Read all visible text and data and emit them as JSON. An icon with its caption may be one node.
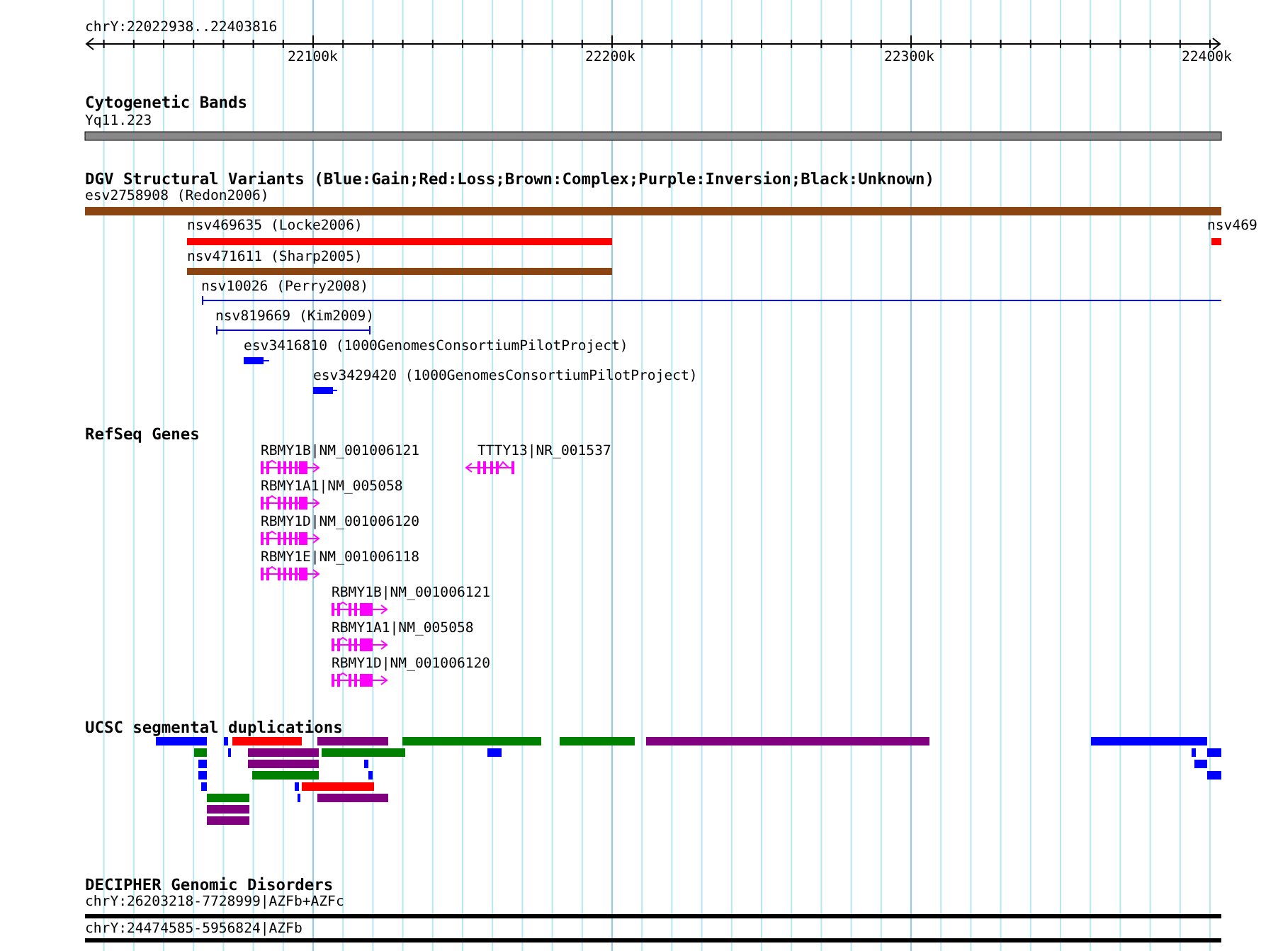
{
  "diagram": {
    "labels": [
      "chrY:22022938..22403816",
      "22100k",
      "22200k",
      "22300k",
      "22400k",
      "Cytogenetic Bands",
      "Yq11.223",
      "DGV Structural Variants (Blue:Gain;Red:Loss;Brown:Complex;Purple:Inversion;Black:Unknown)",
      "esv2758908 (Redon2006)",
      "nsv469635 (Locke2006)",
      "nsv469",
      "nsv471611 (Sharp2005)",
      "nsv10026 (Perry2008)",
      "nsv819669 (Kim2009)",
      "esv3416810 (1000GenomesConsortiumPilotProject)",
      "esv3429420 (1000GenomesConsortiumPilotProject)",
      "RefSeq Genes",
      "RBMY1B|NM_001006121",
      "TTTY13|NR_001537",
      "RBMY1A1|NM_005058",
      "RBMY1D|NM_001006120",
      "RBMY1E|NM_001006118",
      "RBMY1B|NM_001006121",
      "RBMY1A1|NM_005058",
      "RBMY1D|NM_001006120",
      "UCSC segmental duplications",
      "DECIPHER Genomic Disorders",
      "chrY:26203218-7728999|AZFb+AZFc",
      "chrY:24474585-5956824|AZFb"
    ]
  }
}
